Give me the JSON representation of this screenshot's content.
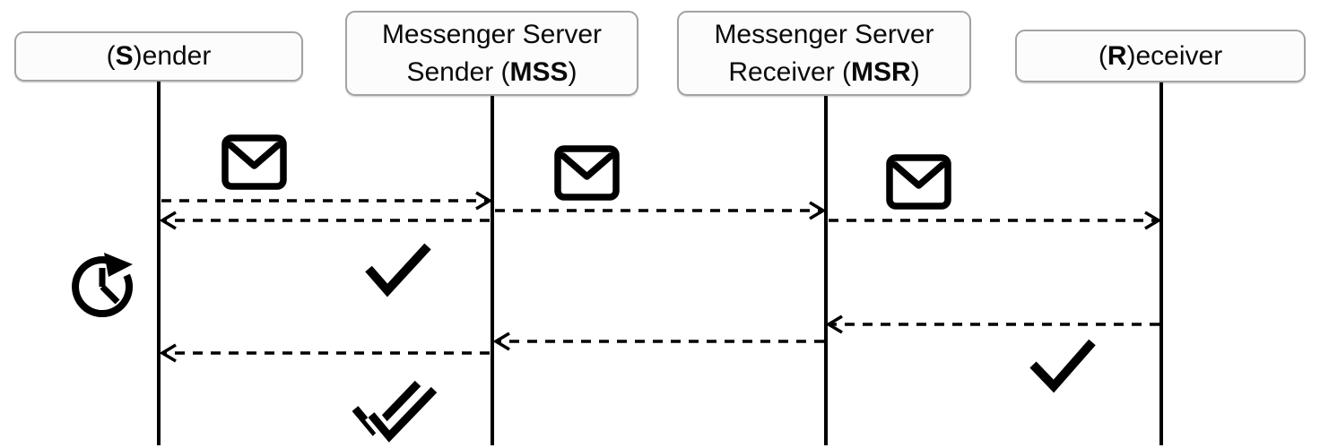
{
  "diagram": {
    "type": "sequence-diagram",
    "colors": {
      "background": "#ffffff",
      "stroke": "#000000",
      "box_border": "#a3a3a3",
      "box_fill": "#fcfcfc",
      "text": "#0a0a0a"
    },
    "actors": [
      {
        "id": "sender",
        "label": "(S)ender",
        "parts": {
          "pre": "(",
          "bold": "S",
          "post": ")ender"
        }
      },
      {
        "id": "mss",
        "label": "Messenger Server Sender (MSS)",
        "parts": {
          "line1": "Messenger Server",
          "line2_pre": "Sender (",
          "line2_bold": "MSS",
          "line2_post": ")"
        }
      },
      {
        "id": "msr",
        "label": "Messenger Server Receiver (MSR)",
        "parts": {
          "line1": "Messenger Server",
          "line2_pre": "Receiver (",
          "line2_bold": "MSR",
          "line2_post": ")"
        }
      },
      {
        "id": "receiver",
        "label": "(R)eceiver",
        "parts": {
          "pre": "(",
          "bold": "R",
          "post": ")eceiver"
        }
      }
    ],
    "messages": [
      {
        "order": 1,
        "from": "sender",
        "to": "mss",
        "line_style": "dashed",
        "icon_above": "envelope-icon"
      },
      {
        "order": 2,
        "from": "mss",
        "to": "msr",
        "line_style": "dashed",
        "icon_above": "envelope-icon"
      },
      {
        "order": 3,
        "from": "mss",
        "to": "sender",
        "line_style": "dashed",
        "icon_above": null
      },
      {
        "order": 4,
        "from": "msr",
        "to": "receiver",
        "line_style": "dashed",
        "icon_above": "envelope-icon"
      },
      {
        "order": 5,
        "from": "receiver",
        "to": "msr",
        "line_style": "dashed",
        "icon_above": null
      },
      {
        "order": 6,
        "from": "msr",
        "to": "mss",
        "line_style": "dashed",
        "icon_above": null
      },
      {
        "order": 7,
        "from": "mss",
        "to": "sender",
        "line_style": "dashed",
        "icon_above": null
      }
    ],
    "annotations": [
      {
        "icon": "clock-pending-icon",
        "position": "left-of-sender-lifeline"
      },
      {
        "icon": "single-check-icon",
        "position": "between-sender-and-mss"
      },
      {
        "icon": "single-check-icon",
        "position": "between-msr-and-receiver"
      },
      {
        "icon": "double-check-icon",
        "position": "between-sender-and-mss-bottom"
      }
    ]
  }
}
